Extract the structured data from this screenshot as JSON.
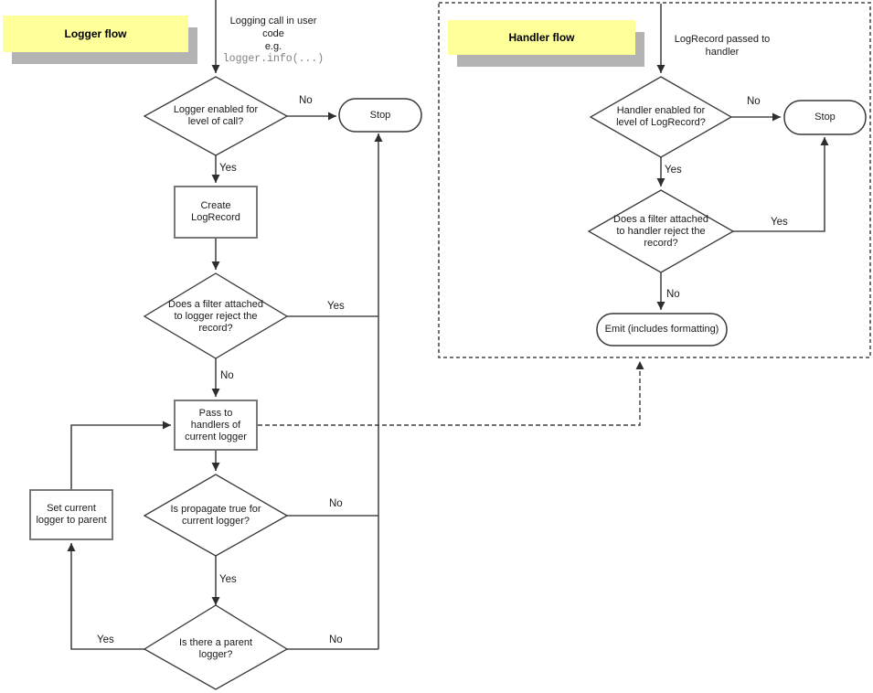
{
  "logger_flow": {
    "title": "Logger flow",
    "entry": {
      "lines": [
        "Logging call in user",
        "code",
        "e.g."
      ],
      "code": "logger.info(...)"
    },
    "nodes": {
      "level_check": [
        "Logger enabled for",
        "level of call?"
      ],
      "stop": "Stop",
      "create_record": [
        "Create",
        "LogRecord"
      ],
      "filter_check": [
        "Does a filter attached",
        "to logger reject the",
        "record?"
      ],
      "pass_to_handlers": [
        "Pass to",
        "handlers of",
        "current logger"
      ],
      "propagate_check": [
        "Is propagate true for",
        "current logger?"
      ],
      "parent_check": [
        "Is there a parent",
        "logger?"
      ],
      "set_parent": [
        "Set current",
        "logger to parent"
      ]
    },
    "edge_labels": {
      "level_no": "No",
      "level_yes": "Yes",
      "filter_yes": "Yes",
      "filter_no": "No",
      "propagate_no": "No",
      "propagate_yes": "Yes",
      "parent_yes": "Yes",
      "parent_no": "No"
    }
  },
  "handler_flow": {
    "title": "Handler flow",
    "entry": {
      "lines": [
        "LogRecord passed to",
        "handler"
      ]
    },
    "nodes": {
      "level_check": [
        "Handler enabled for",
        "level of LogRecord?"
      ],
      "stop": "Stop",
      "filter_check": [
        "Does a filter attached",
        "to handler reject the",
        "record?"
      ],
      "emit": "Emit (includes formatting)"
    },
    "edge_labels": {
      "level_no": "No",
      "level_yes": "Yes",
      "filter_yes": "Yes",
      "filter_no": "No"
    }
  },
  "colors": {
    "background": "#ffffff",
    "note_fill": "#ffff99",
    "note_shadow": "#b3b3b3",
    "connector": "#4a4a4a",
    "shape_border": "#383838",
    "code_text": "#808080"
  }
}
